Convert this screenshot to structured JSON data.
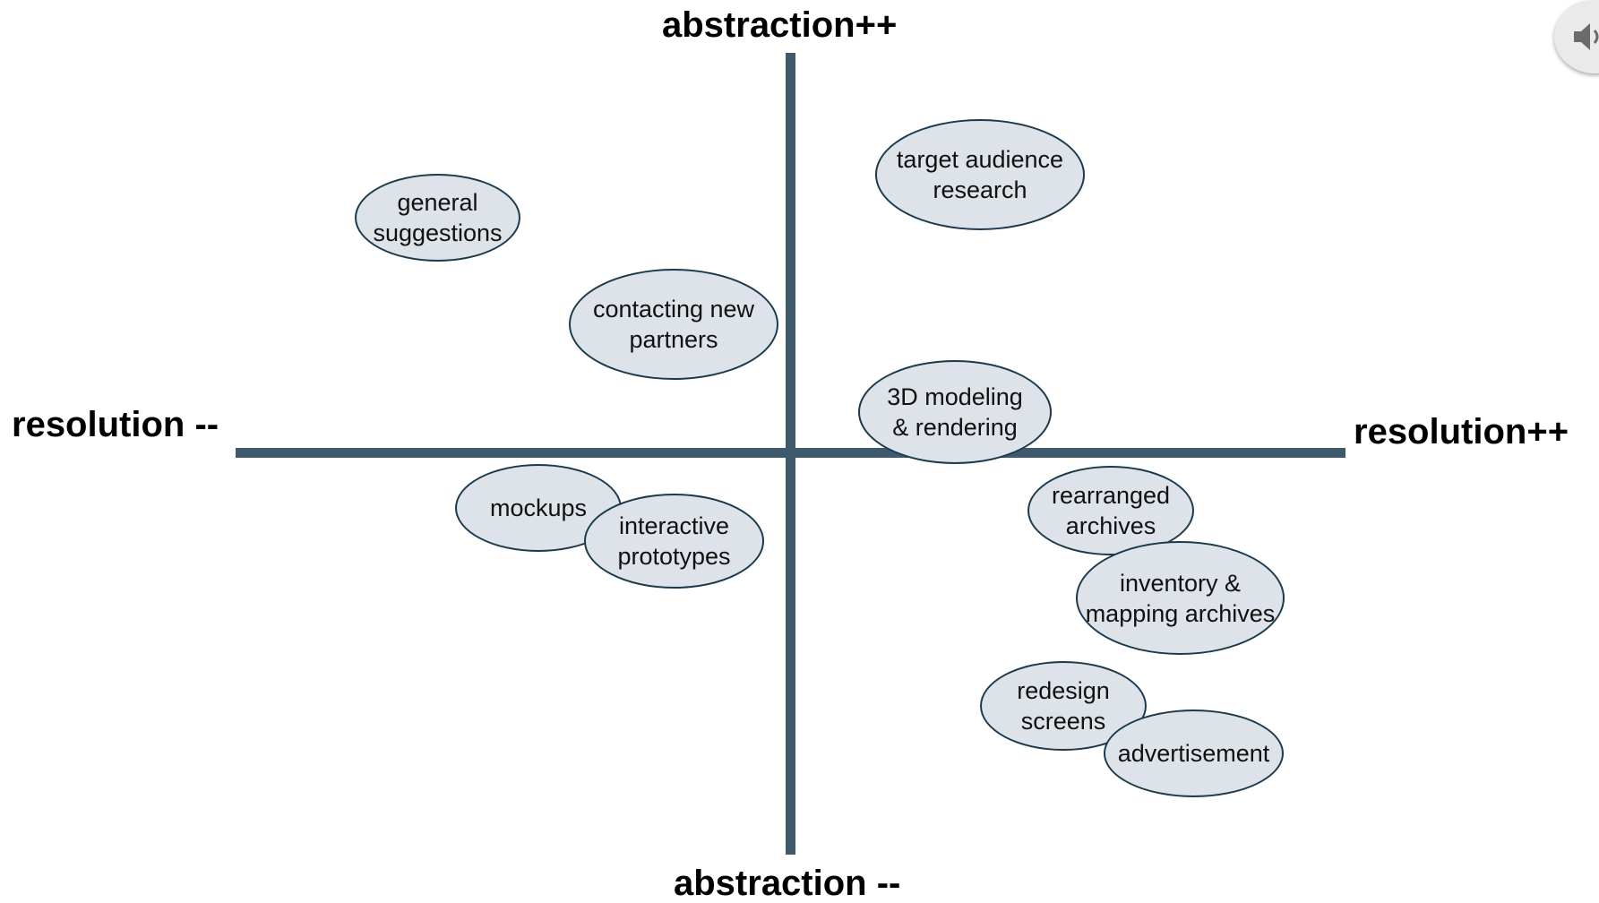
{
  "colors": {
    "axis": "#3f5a6c",
    "bubble_fill": "#dde3e8",
    "bubble_stroke": "#1c3a4e"
  },
  "axes": {
    "top": "abstraction++",
    "bottom": "abstraction --",
    "left": "resolution --",
    "right": "resolution++"
  },
  "bubbles": {
    "general_suggestions": [
      "general",
      "suggestions"
    ],
    "contacting_new_partners": [
      "contacting new",
      "partners"
    ],
    "target_audience_research": [
      "target audience",
      "research"
    ],
    "modeling_rendering": [
      "3D modeling",
      "& rendering"
    ],
    "mockups": [
      "mockups"
    ],
    "interactive_prototypes": [
      "interactive",
      "prototypes"
    ],
    "rearranged_archives": [
      "rearranged",
      "archives"
    ],
    "inventory_mapping_archives": [
      "inventory &",
      "mapping archives"
    ],
    "redesign_screens": [
      "redesign",
      "screens"
    ],
    "advertisement": [
      "advertisement"
    ]
  },
  "icons": {
    "speaker": "speaker-icon"
  }
}
